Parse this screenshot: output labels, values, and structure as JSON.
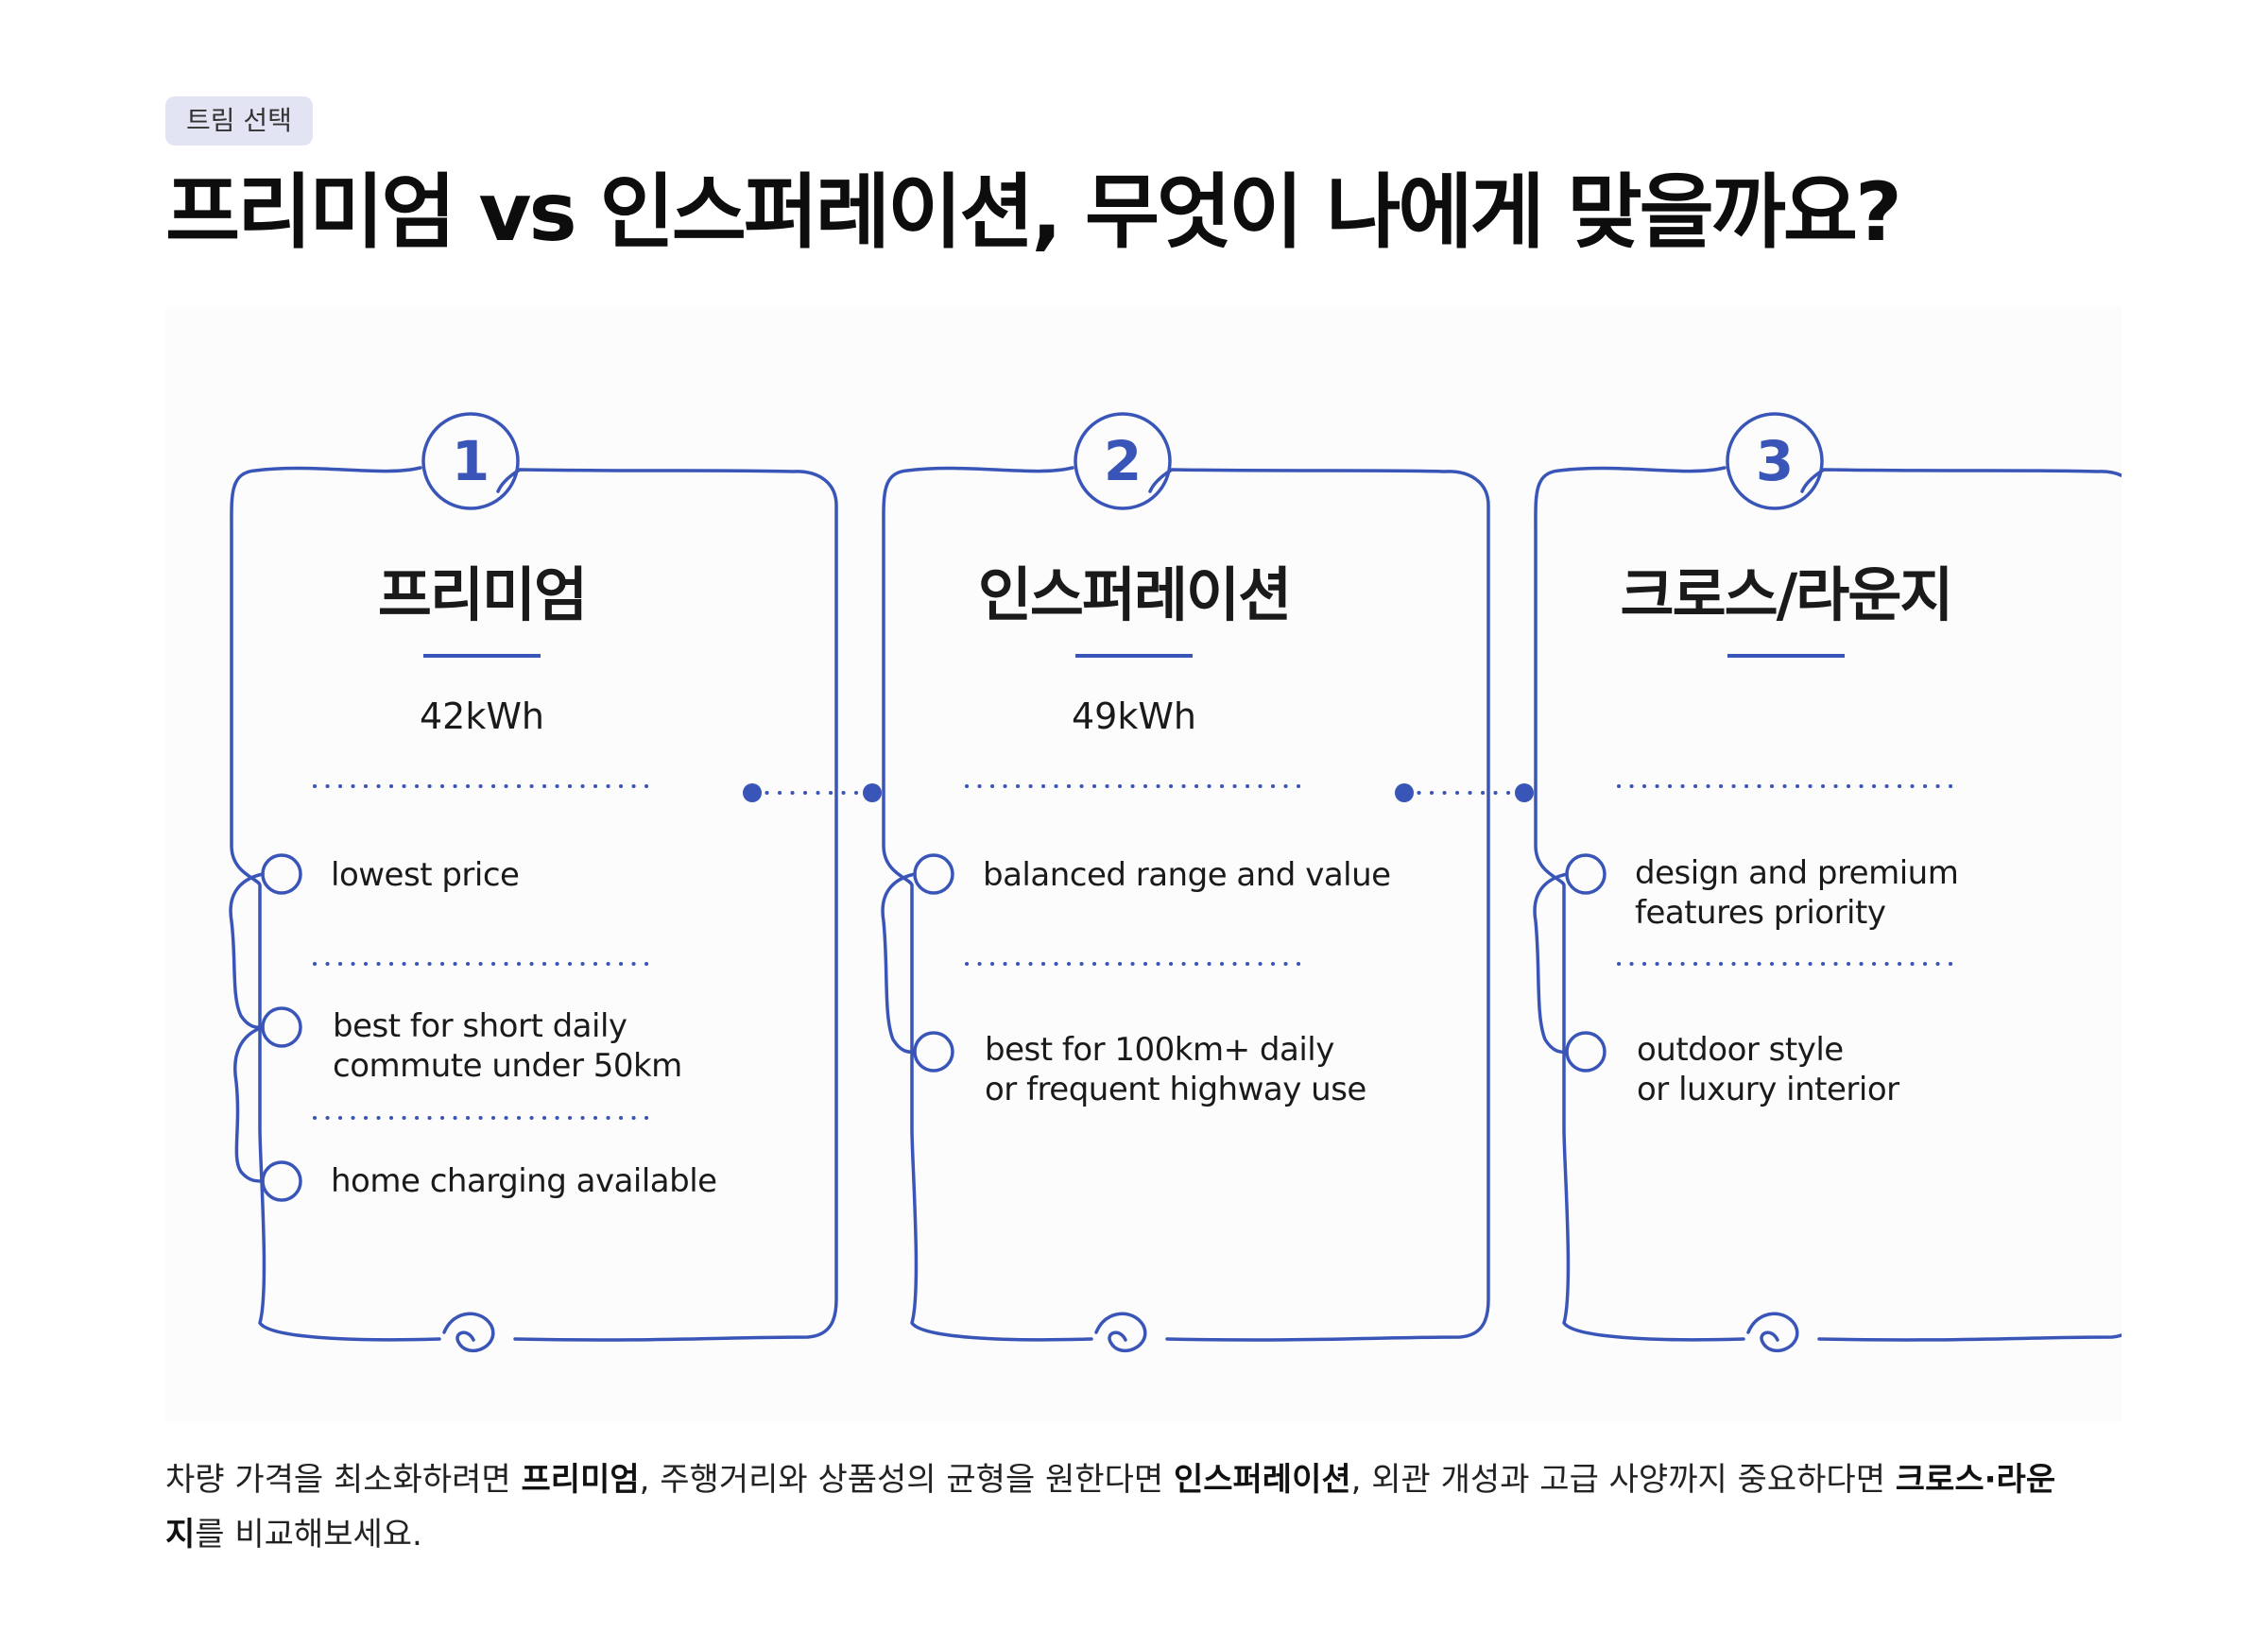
{
  "tag": "트림 선택",
  "title": "프리미엄 vs 인스퍼레이션, 무엇이 나에게 맞을까요?",
  "accent_color": "#3a55b8",
  "cards": [
    {
      "number": "1",
      "name": "프리미엄",
      "capacity": "42kWh",
      "features": [
        "lowest price",
        "best for short daily\ncommute under 50km",
        "home charging available"
      ]
    },
    {
      "number": "2",
      "name": "인스퍼레이션",
      "capacity": "49kWh",
      "features": [
        "balanced range and value",
        "best for 100km+ daily\nor frequent highway use"
      ]
    },
    {
      "number": "3",
      "name": "크로스/라운지",
      "capacity": "",
      "features": [
        "design and premium\nfeatures priority",
        "outdoor style\nor luxury interior"
      ]
    }
  ],
  "description": {
    "part1": "차량 가격을 최소화하려면 ",
    "bold1": "프리미엄",
    "part2": ", 주행거리와 상품성의 균형을 원한다면 ",
    "bold2": "인스퍼레이션",
    "part3": ", 외관 개성과 고급 사양까지 중요하다면 ",
    "bold3a": "크로스·라운",
    "bold3b": "지",
    "part4": "를 비교해보세요."
  }
}
